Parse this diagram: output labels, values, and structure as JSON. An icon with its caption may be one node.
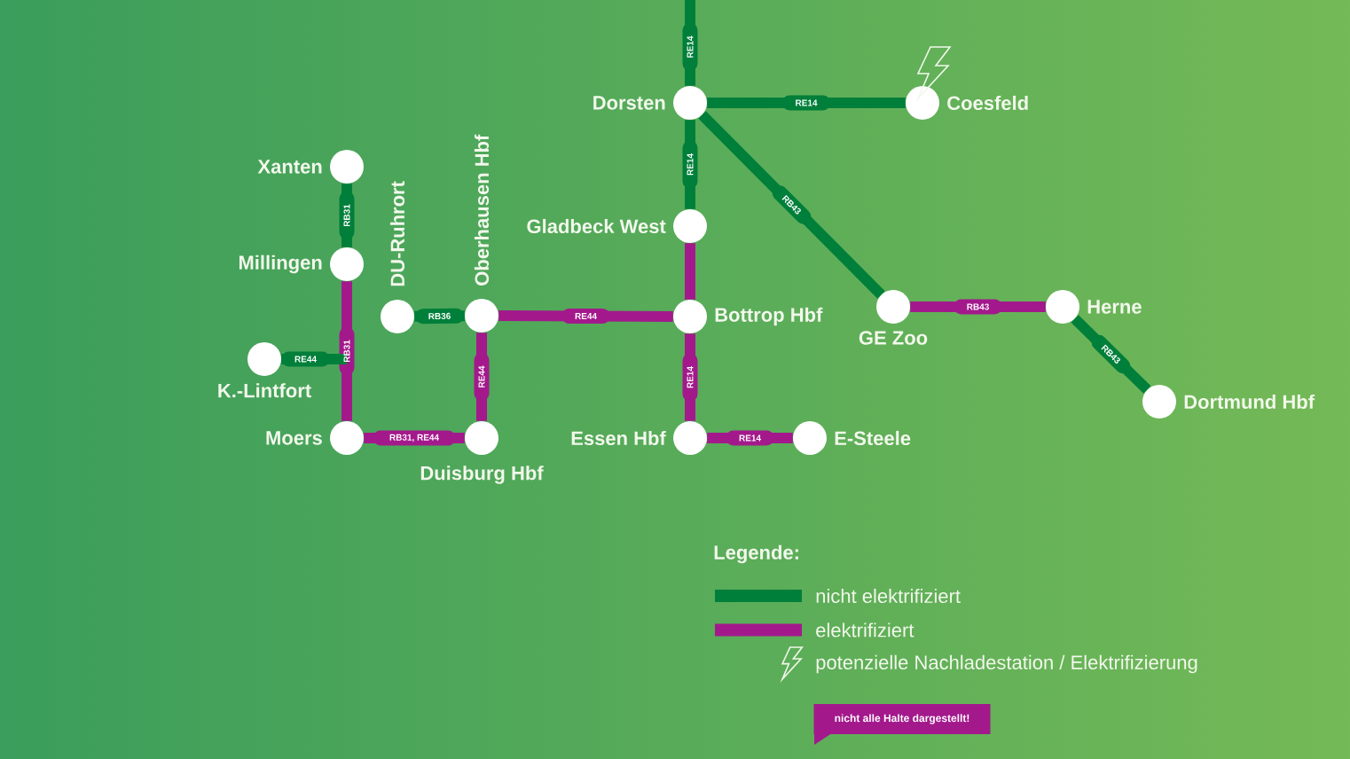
{
  "diagram": {
    "nodes": [
      {
        "text": [
          "Dorsten"
        ]
      },
      {
        "text": [
          "Coesfeld"
        ]
      },
      {
        "text": [
          "Xanten"
        ]
      },
      {
        "text": [
          "DU-Ruhrort"
        ]
      },
      {
        "text": [
          "Oberhausen Hbf"
        ]
      },
      {
        "text": [
          "Gladbeck West"
        ]
      },
      {
        "text": [
          "Millingen"
        ]
      },
      {
        "text": [
          "Bottrop Hbf"
        ]
      },
      {
        "text": [
          "GE Zoo"
        ]
      },
      {
        "text": [
          "Herne"
        ]
      },
      {
        "text": [
          "K.-Lintfort"
        ]
      },
      {
        "text": [
          "Dortmund Hbf"
        ]
      },
      {
        "text": [
          "Moers"
        ]
      },
      {
        "text": [
          "Duisburg Hbf"
        ]
      },
      {
        "text": [
          "Essen Hbf"
        ]
      },
      {
        "text": [
          "E-Steele"
        ]
      },
      {
        "text": [
          "nicht alle Halte dargestellt!"
        ]
      }
    ],
    "edges": [
      {
        "from": null,
        "to": 0,
        "arrow": "none",
        "label": "RE14",
        "color": "#007f3a"
      },
      {
        "from": 0,
        "to": 1,
        "arrow": "none",
        "label": "RE14",
        "color": "#007f3a"
      },
      {
        "from": 0,
        "to": 5,
        "arrow": "none",
        "label": "RE14",
        "color": "#007f3a"
      },
      {
        "from": 0,
        "to": 8,
        "arrow": "none",
        "label": "RB43",
        "color": "#007f3a"
      },
      {
        "from": 2,
        "to": 6,
        "arrow": "none",
        "label": "RB31",
        "color": "#007f3a"
      },
      {
        "from": 6,
        "to": 12,
        "arrow": "none",
        "label": "RB31",
        "color": "#a3198c"
      },
      {
        "from": 3,
        "to": 4,
        "arrow": "none",
        "label": "RB36",
        "color": "#007f3a"
      },
      {
        "from": 4,
        "to": 7,
        "arrow": "none",
        "label": "RE44",
        "color": "#a3198c"
      },
      {
        "from": 5,
        "to": 7,
        "arrow": "none",
        "color": "#a3198c"
      },
      {
        "from": 8,
        "to": 9,
        "arrow": "none",
        "label": "RB43",
        "color": "#a3198c"
      },
      {
        "from": 9,
        "to": 11,
        "arrow": "none",
        "label": "RB43",
        "color": "#007f3a"
      },
      {
        "from": 10,
        "to": null,
        "arrow": "none",
        "label": "RE44",
        "color": "#007f3a"
      },
      {
        "from": 4,
        "to": 13,
        "arrow": "none",
        "label": "RE44",
        "color": "#a3198c"
      },
      {
        "from": 7,
        "to": 14,
        "arrow": "none",
        "label": "RE14",
        "color": "#a3198c"
      },
      {
        "from": 12,
        "to": 13,
        "arrow": "none",
        "label": "RB31, RE44",
        "color": "#a3198c"
      },
      {
        "from": 14,
        "to": 15,
        "arrow": "none",
        "label": "RE14",
        "color": "#a3198c"
      }
    ],
    "labels": [
      "Legende:"
    ],
    "legend": [
      {
        "text": "nicht elektrifiziert",
        "color": "#007f3a"
      },
      {
        "text": "elektrifiziert",
        "color": "#a3198c"
      },
      {
        "text": "potenzielle Nachladestation / Elektrifizierung"
      }
    ]
  }
}
